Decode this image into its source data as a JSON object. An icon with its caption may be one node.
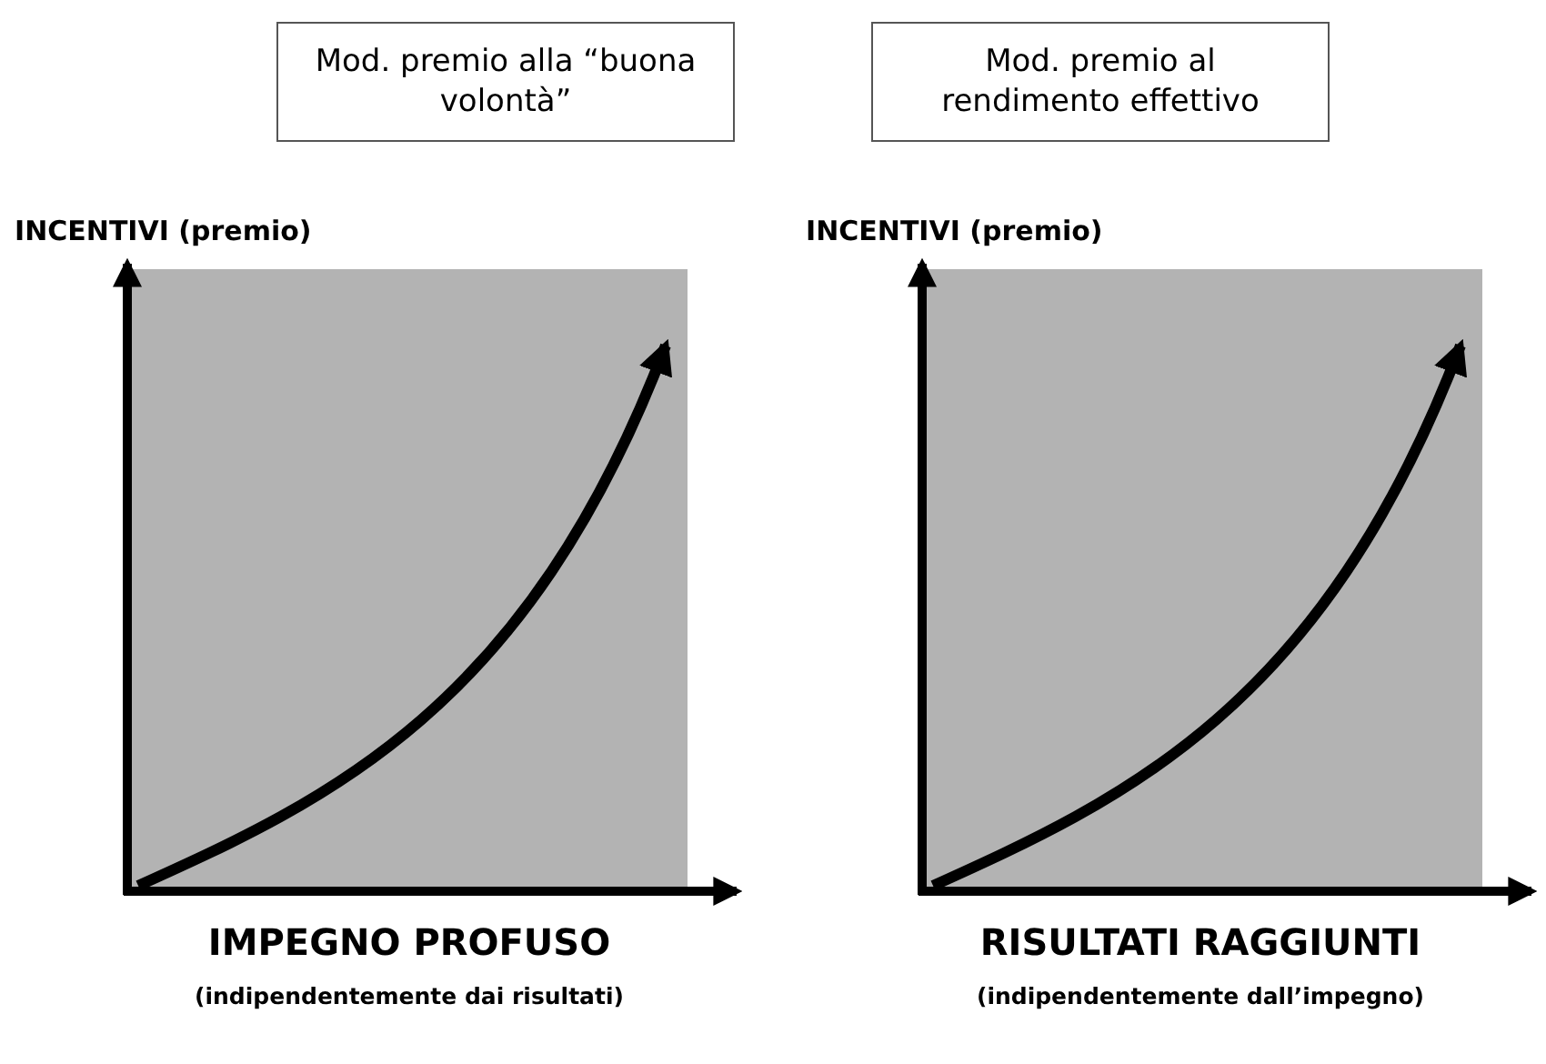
{
  "diagram": {
    "nodes": [
      {
        "text": [
          "Mod. premio alla “buona volontà”"
        ]
      },
      {
        "text": [
          "Mod. premio al rendimento effettivo"
        ]
      }
    ],
    "labels": [
      "INCENTIVI (premio)",
      "INCENTIVI (premio)",
      "IMPEGNO PROFUSO",
      "RISULTATI RAGGIUNTI",
      "(indipendentemente dai risultati)",
      "(indipendentemente dall’impegno)"
    ]
  }
}
